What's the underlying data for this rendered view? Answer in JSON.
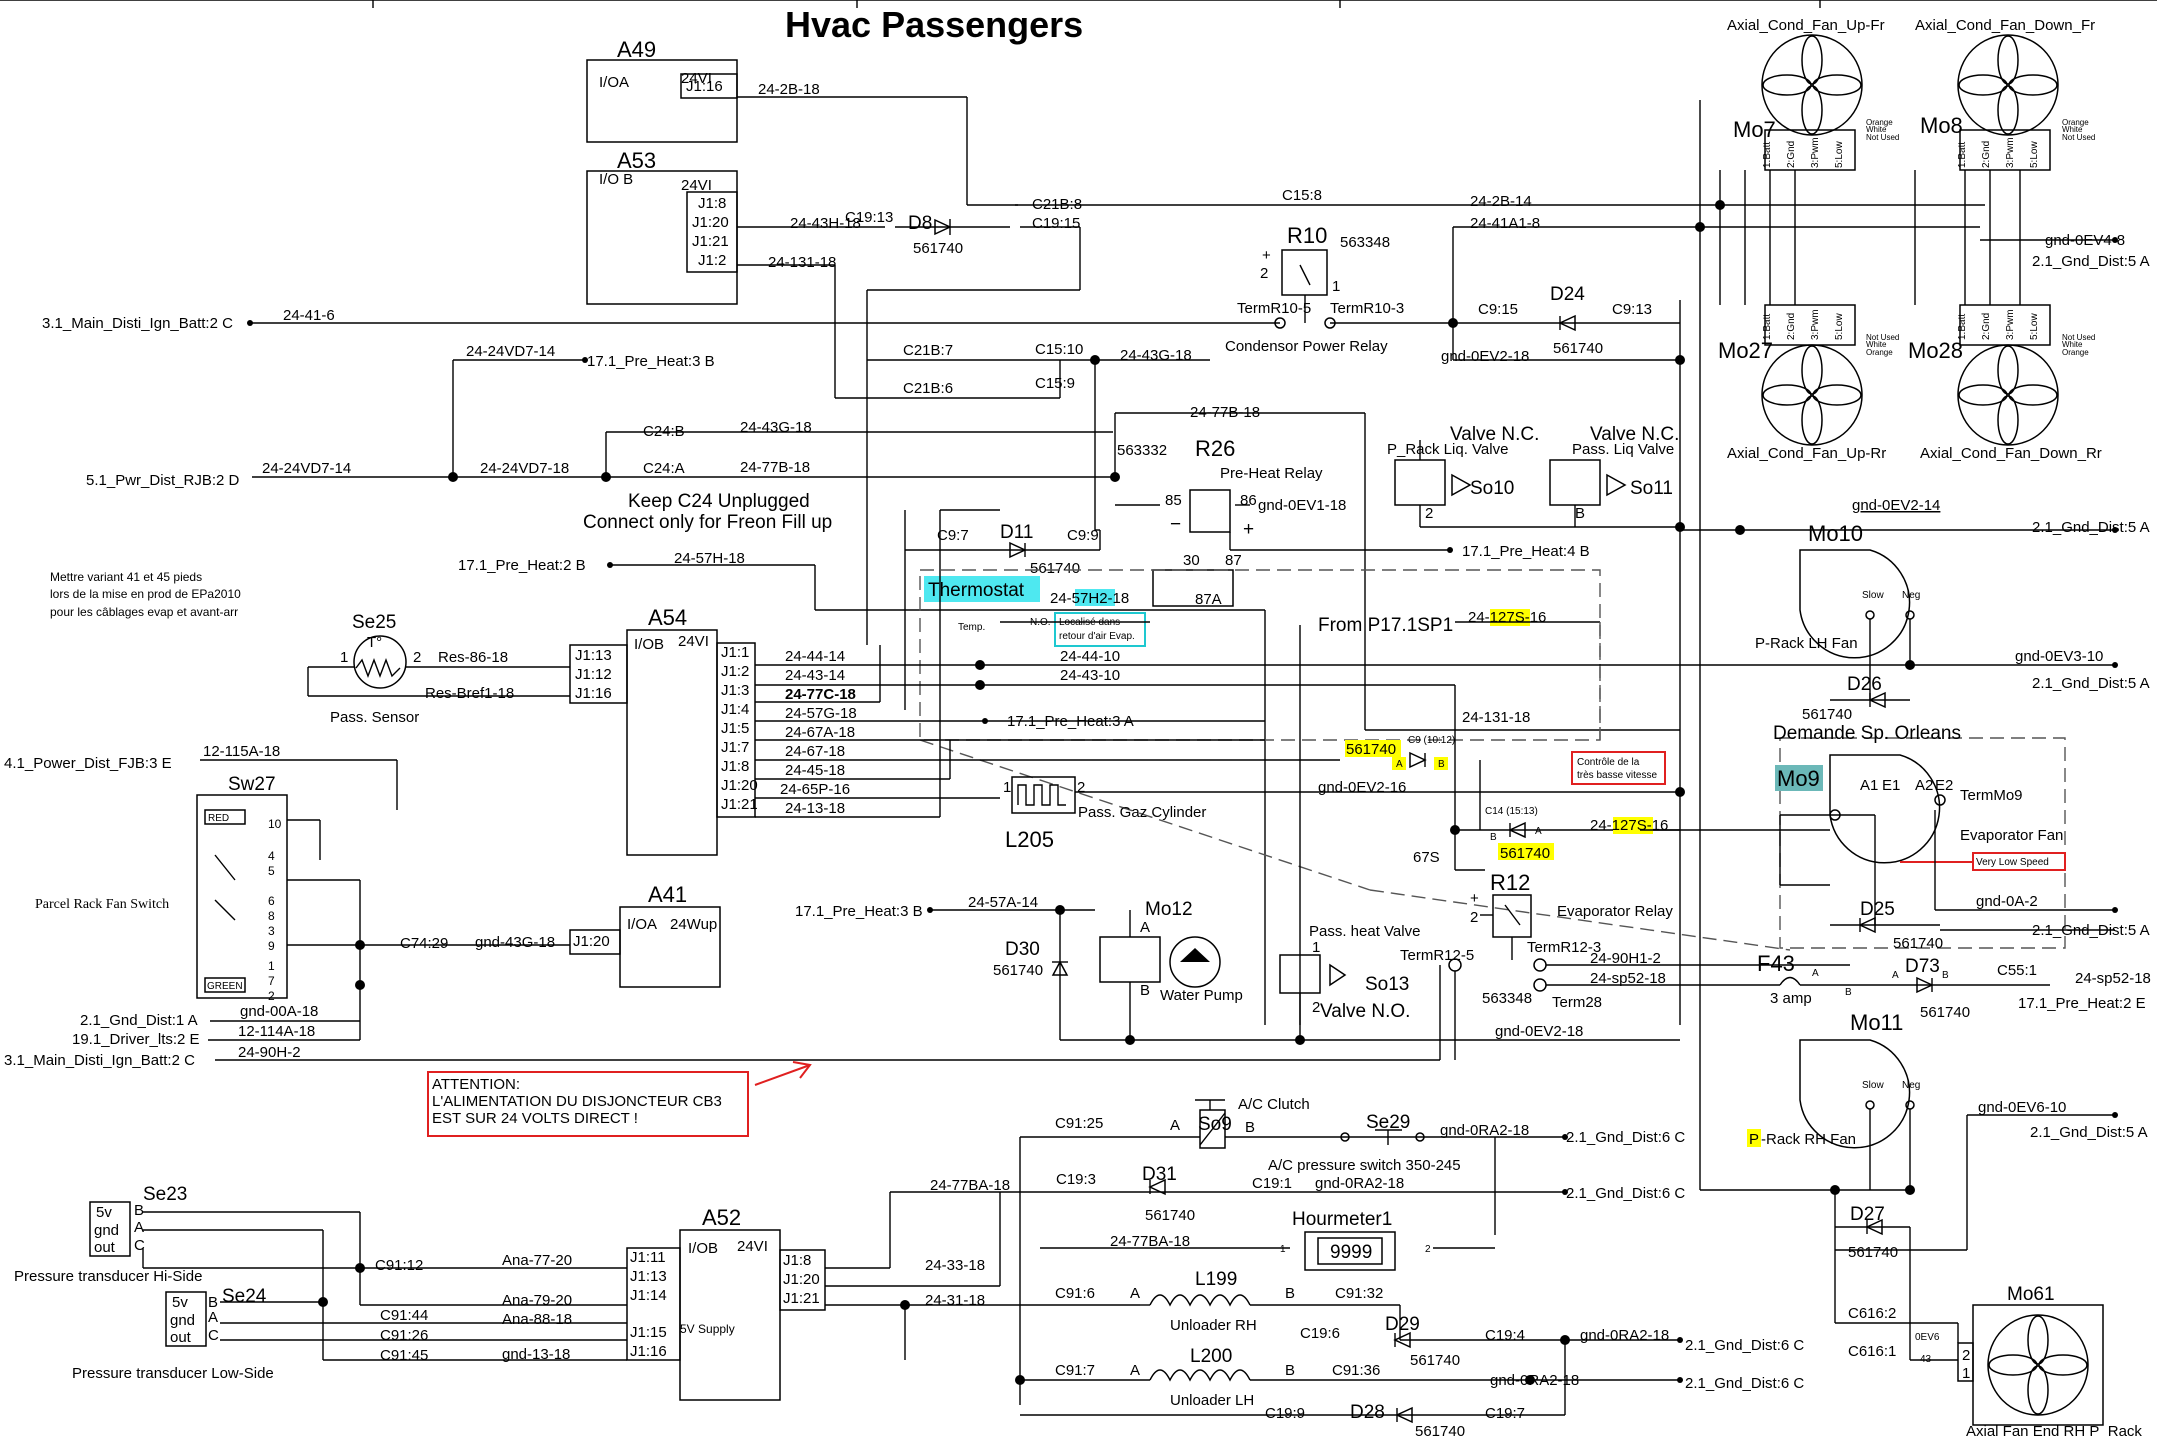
{
  "title": "Hvac Passengers",
  "modules": {
    "a49": {
      "name": "A49",
      "type": "I/OA",
      "volt": "24VI",
      "pin": "J1:16",
      "wire": "24-2B-18"
    },
    "a53": {
      "name": "A53",
      "type": "I/O B",
      "volt": "24VI",
      "pins": [
        "J1:8",
        "J1:20",
        "J1:21",
        "J1:2"
      ],
      "wires": [
        "24-43H-18",
        "24-131-18"
      ]
    },
    "a54": {
      "name": "A54",
      "type": "I/OB",
      "volt": "24VI",
      "left_pins": [
        "J1:13",
        "J1:12",
        "J1:16"
      ],
      "right_pins": [
        "J1:1",
        "J1:2",
        "J1:3",
        "J1:4",
        "J1:5",
        "J1:7",
        "J1:8",
        "J1:20",
        "J1:21"
      ],
      "right_wires": [
        "24-44-14",
        "24-43-14",
        "24-77C-18",
        "24-57G-18",
        "24-67A-18",
        "24-67-18",
        "24-45-18",
        "24-65P-16",
        "24-13-18"
      ]
    },
    "a41": {
      "name": "A41",
      "type": "I/OA",
      "volt": "24Wup",
      "pin": "J1:20"
    },
    "a52": {
      "name": "A52",
      "type": "I/OB",
      "volt": "24VI",
      "supply": "5V Supply",
      "left_pins": [
        "J1:11",
        "J1:13",
        "J1:14",
        "J1:15",
        "J1:16"
      ],
      "right_pins": [
        "J1:8",
        "J1:20",
        "J1:21"
      ]
    }
  },
  "left_refs": {
    "main_disti_1": "3.1_Main_Disti_Ign_Batt:2 C",
    "pwr_dist": "5.1_Pwr_Dist_RJB:2 D",
    "pre_heat_2b": "17.1_Pre_Heat:2 B",
    "power_dist_fjb": "4.1_Power_Dist_FJB:3 E",
    "gnd_dist_1a": "2.1_Gnd_Dist:1 A",
    "driver_lts": "19.1_Driver_lts:2 E",
    "main_disti_2": "3.1_Main_Disti_Ign_Batt:2 C",
    "pre_heat_3b": "17.1_Pre_Heat:3 B",
    "pre_heat_3b_b": "17.1_Pre_Heat:3 B",
    "pre_heat_3a": "17.1_Pre_Heat:3 A",
    "pre_heat_4b": "17.1_Pre_Heat:4 B"
  },
  "note_fr": [
    "Mettre variant 41 et 45 pieds",
    "lors de la mise en prod de EPa2010",
    "pour les câblages evap et avant-arr"
  ],
  "keep_note": [
    "Keep C24 Unplugged",
    "Connect only for Freon Fill up"
  ],
  "attention": [
    "ATTENTION:",
    "L'ALIMENTATION DU DISJONCTEUR CB3",
    "EST SUR 24 VOLTS DIRECT !"
  ],
  "sensor": {
    "name": "Se25",
    "symbol": "T°",
    "label": "Pass. Sensor",
    "wires": [
      "Res-86-18",
      "Res-Bref1-18"
    ]
  },
  "switch": {
    "name": "Sw27",
    "label": "Parcel Rack Fan Switch",
    "red": "RED",
    "green": "GREEN",
    "pins": [
      "10",
      "4",
      "5",
      "6",
      "8",
      "3",
      "9",
      "7",
      "2",
      "1"
    ]
  },
  "wires": {
    "w24_41_6": "24-41-6",
    "w24_24vd7_14": "24-24VD7-14",
    "w24_24vd7_14b": "24-24VD7-14",
    "w24_24vd7_18": "24-24VD7-18",
    "w24_43g_18": "24-43G-18",
    "w24_77b_18": "24-77B-18",
    "w24_77b_18b": "24-77B-18",
    "w24_57h_18": "24-57H-18",
    "w12_115a": "12-115A-18",
    "wgnd00a": "gnd-00A-18",
    "w12_114a": "12-114A-18",
    "w24_90h_2": "24-90H-2",
    "w24_43g_18b": "24-43G-18",
    "wgnd43g": "gnd-43G-18",
    "w24_57a_14": "24-57A-14",
    "w24_2b_14": "24-2B-14",
    "w24_41a1_8": "24-41A1-8",
    "w24_43g_18c": "24-43G-18",
    "wgnd0ev2_18": "gnd-0EV2-18",
    "wgnd0ev1_18": "gnd-0EV1-18",
    "w24_57h2_18": "24-57H2-18",
    "w24_44_10": "24-44-10",
    "w24_43_10": "24-43-10",
    "w24_131_18": "24-131-18",
    "w24_67_18": "24-67-18",
    "wgnd0ev2_16": "gnd-0EV2-16",
    "w24_127s_16": "24-127S-16",
    "w24_127s_16b": "24-127S-16",
    "w67s": "67S",
    "w24_90h1_2": "24-90H1-2",
    "w24_sp52_18": "24-sp52-18",
    "w24_sp52_18b": "24-sp52-18",
    "wgnd0ev2_18b": "gnd-0EV2-18",
    "wgnd0ev2_14": "gnd-0EV2-14",
    "wgnd0ev3_10": "gnd-0EV3-10",
    "wgnd0a_2": "gnd-0A-2",
    "wgnd0ev4_8": "gnd-0EV4-8",
    "wgnd0ev6_10": "gnd-0EV6-10",
    "wgnd0ra2_18": "gnd-0RA2-18",
    "wgnd0ra2_18b": "gnd-0RA2-18",
    "wgnd0ra2_18c": "gnd-0RA2-18",
    "wgnd0ra2_18d": "gnd-0RA2-18",
    "w24_77ba_18": "24-77BA-18",
    "w24_77ba_18b": "24-77BA-18",
    "w24_33_18": "24-33-18",
    "w24_31_18": "24-31-18",
    "ana77": "Ana-77-20",
    "ana79": "Ana-79-20",
    "ana88": "Ana-88-18",
    "wgnd13": "gnd-13-18"
  },
  "connectors": {
    "c21b8": "C21B:8",
    "c19_15": "C19:15",
    "c19_13": "C19:13",
    "c15_8": "C15:8",
    "c21b7": "C21B:7",
    "c21b6": "C21B:6",
    "c15_10": "C15:10",
    "c15_9": "C15:9",
    "c24b": "C24:B",
    "c24a": "C24:A",
    "c9_15": "C9:15",
    "c9_13": "C9:13",
    "c9_7": "C9:7",
    "c9_9": "C9:9",
    "c74_29": "C74:29",
    "c55_1": "C55:1",
    "c91_25": "C91:25",
    "c19_3": "C19:3",
    "c19_1": "C19:1",
    "c91_12": "C91:12",
    "c91_44": "C91:44",
    "c91_26": "C91:26",
    "c91_45": "C91:45",
    "c91_6": "C91:6",
    "c91_32": "C91:32",
    "c19_6": "C19:6",
    "c19_4": "C19:4",
    "c91_7": "C91:7",
    "c91_36": "C91:36",
    "c19_9": "C19:9",
    "c19_7": "C19:7",
    "c616_2": "C616:2",
    "c616_1": "C616:1",
    "c9_1012": "C9 (10:12)",
    "c14": "C14 (15:13)"
  },
  "diodes": {
    "d8": "D8",
    "d24": "D24",
    "d11": "D11",
    "d26": "D26",
    "d25": "D25",
    "d30": "D30",
    "d73": "D73",
    "d31": "D31",
    "d29": "D29",
    "d28": "D28",
    "d27": "D27",
    "part": "561740"
  },
  "relays": {
    "r10": {
      "name": "R10",
      "part": "563348",
      "label": "Condensor Power Relay",
      "t1": "TermR10-5",
      "t2": "TermR10-3"
    },
    "r26": {
      "name": "R26",
      "part": "563332",
      "label": "Pre-Heat Relay",
      "pins": [
        "85",
        "86",
        "30",
        "87",
        "87A"
      ]
    },
    "r12": {
      "name": "R12",
      "part": "563348",
      "label": "Evaporator Relay",
      "t1": "TermR12-5",
      "t2": "TermR12-3",
      "t3": "Term28"
    }
  },
  "valves": {
    "so10": {
      "name": "So10",
      "title": "Valve N.C.",
      "label": "_Rack Liq. Valve"
    },
    "so11": {
      "name": "So11",
      "title": "Valve N.C.",
      "label": "Pass. Liq Valve"
    },
    "so13": {
      "name": "So13",
      "label": "Pass. heat Valve",
      "sub": "Valve N.O."
    },
    "so9": {
      "name": "So9",
      "label": "A/C Clutch"
    }
  },
  "thermostat": {
    "label": "Thermostat",
    "temp": "Temp.",
    "no": "N.O.",
    "note": [
      "Localisé dans",
      "retour d'air Evap."
    ]
  },
  "from_label": "From P17.1SP1",
  "demande": "Demande Sp. Orleans",
  "controle": [
    "Contrôle de la",
    "très basse vitesse"
  ],
  "very_low": "Very Low Speed",
  "fans": {
    "mo7": {
      "name": "Mo7",
      "label": "Axial_Cond_Fan_Up-Fr"
    },
    "mo8": {
      "name": "Mo8",
      "label": "Axial_Cond_Fan_Down_Fr"
    },
    "mo27": {
      "name": "Mo27",
      "label": "Axial_Cond_Fan_Up-Rr"
    },
    "mo28": {
      "name": "Mo28",
      "label": "Axial_Cond_Fan_Down_Rr"
    },
    "mo10": {
      "name": "Mo10",
      "label": "P-Rack LH Fan"
    },
    "mo9": {
      "name": "Mo9",
      "label": "Evaporator Fan",
      "term": "TermMo9",
      "pins": [
        "A1",
        "E1",
        "A2",
        "E2"
      ]
    },
    "mo11": {
      "name": "Mo11",
      "label_hl": "P",
      "label": "-Rack RH Fan"
    },
    "mo61": {
      "name": "Mo61",
      "label": "Axial Fan End RH P_Rack"
    },
    "mo12": {
      "name": "Mo12",
      "label": "Water Pump"
    },
    "fan_pins": [
      "1:Batt",
      "2:Gnd",
      "3:Pwm",
      "5:Low"
    ],
    "fan_wires": [
      "Orange",
      "White",
      "Not Used"
    ],
    "fan_wires_b": [
      "Not Used",
      "White",
      "Orange"
    ],
    "slow": "Slow",
    "neg": "Neg"
  },
  "right_refs": {
    "gnd_dist_5a": "2.1_Gnd_Dist:5 A",
    "gnd_dist_6c": "2.1_Gnd_Dist:6 C",
    "pre_heat_2e": "17.1_Pre_Heat:2 E"
  },
  "misc": {
    "l205": "L205",
    "gaz": "Pass. Gaz Cylinder",
    "f43": "F43",
    "amp": "3 amp",
    "se29": "Se29",
    "press_sw": "A/C pressure switch 350-245",
    "hourmeter": "Hourmeter1",
    "hour_val": "9999",
    "l199": "L199",
    "unloader_rh": "Unloader RH",
    "l200": "L200",
    "unloader_lh": "Unloader LH",
    "se23": "Se23",
    "se23_label": "Pressure transducer Hi-Side",
    "se24": "Se24",
    "se24_label": "Pressure transducer Low-Side",
    "se_pins": [
      "5v",
      "gnd",
      "out"
    ],
    "oev6": "0EV6",
    "n43": "43"
  }
}
